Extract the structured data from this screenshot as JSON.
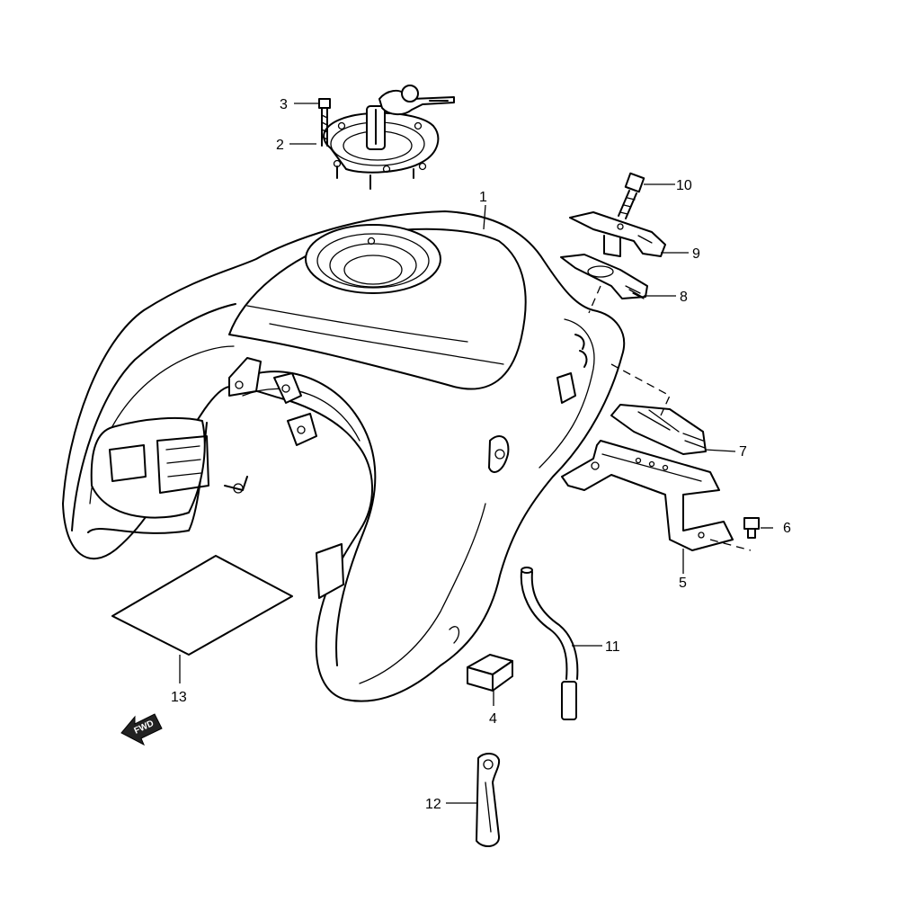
{
  "diagram": {
    "callouts": [
      {
        "id": "c1",
        "label": "1"
      },
      {
        "id": "c2",
        "label": "2"
      },
      {
        "id": "c3",
        "label": "3"
      },
      {
        "id": "c4",
        "label": "4"
      },
      {
        "id": "c5",
        "label": "5"
      },
      {
        "id": "c6",
        "label": "6"
      },
      {
        "id": "c7",
        "label": "7"
      },
      {
        "id": "c8",
        "label": "8"
      },
      {
        "id": "c9",
        "label": "9"
      },
      {
        "id": "c10",
        "label": "10"
      },
      {
        "id": "c11",
        "label": "11"
      },
      {
        "id": "c12",
        "label": "12"
      },
      {
        "id": "c13",
        "label": "13"
      }
    ],
    "direction_arrow": {
      "label": "FWD"
    }
  }
}
